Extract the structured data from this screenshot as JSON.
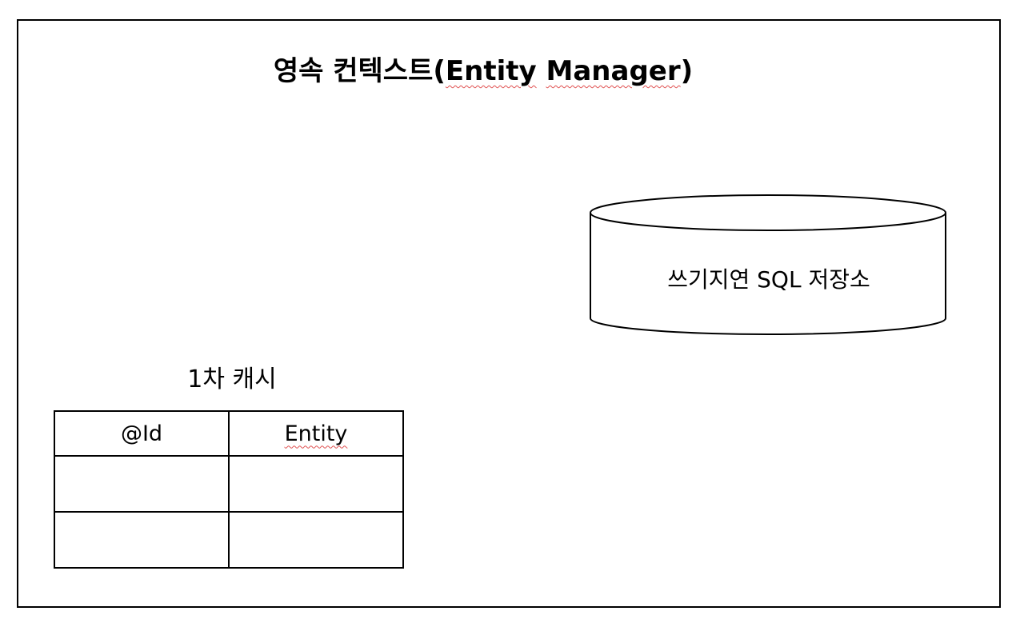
{
  "title": {
    "prefix": "영속 컨텍스트(",
    "entity_word": "Entity",
    "space": " ",
    "manager_word": "Manager",
    "suffix": ")"
  },
  "store": {
    "label": "쓰기지연 SQL 저장소"
  },
  "cache": {
    "title": "1차 캐시",
    "columns": [
      "@Id",
      "Entity"
    ],
    "rows": [
      [
        "",
        ""
      ],
      [
        "",
        ""
      ]
    ]
  }
}
